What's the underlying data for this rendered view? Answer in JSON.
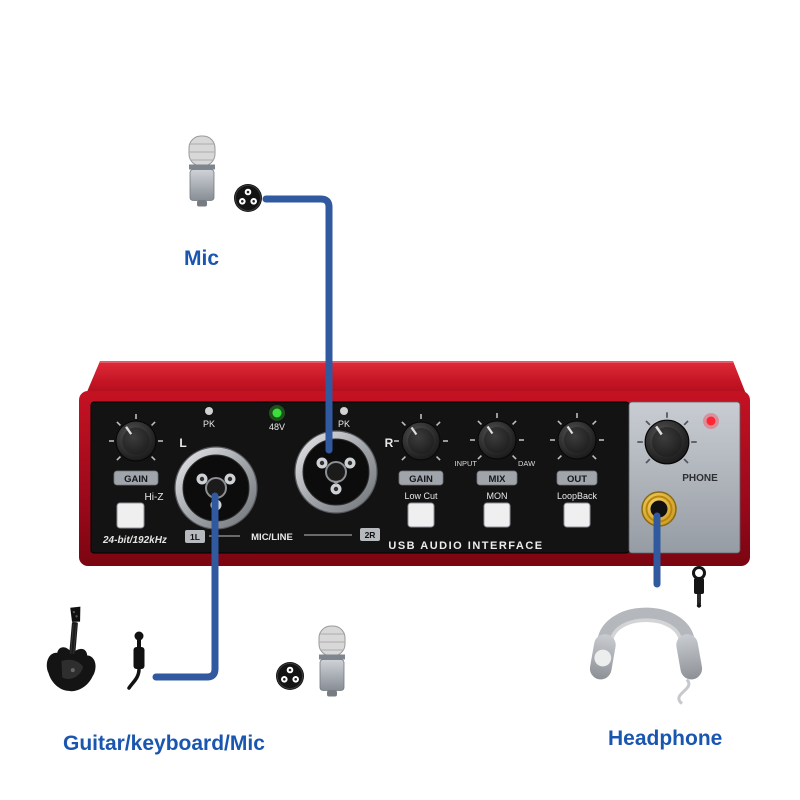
{
  "diagram": {
    "labels": {
      "mic": "Mic",
      "instrument": "Guitar/keyboard/Mic",
      "headphone": "Headphone"
    },
    "panel": {
      "gain1": "GAIN",
      "hi_z": "Hi-Z",
      "bitrate": "24-bit/192kHz",
      "pk_left": "PK",
      "phantom": "48V",
      "pk_right": "PK",
      "channel_l": "L",
      "channel_r": "R",
      "badge_1l": "1L",
      "mic_line": "MIC/LINE",
      "badge_2r": "2R",
      "gain2": "GAIN",
      "low_cut": "Low Cut",
      "input": "INPUT",
      "daw": "DAW",
      "mix": "MIX",
      "mon": "MON",
      "out": "OUT",
      "loopback": "LoopBack",
      "product": "USB AUDIO INTERFACE",
      "phone": "PHONE"
    },
    "colors": {
      "connection_blue": "#31599f",
      "label_blue": "#1a56b0",
      "device_red": "#c51223",
      "panel_black": "#131313",
      "side_panel_gray": "#b9bec6",
      "phantom_green": "#3ae03a",
      "power_led_red": "#ff2734",
      "jack_gold": "#d9a520"
    }
  }
}
